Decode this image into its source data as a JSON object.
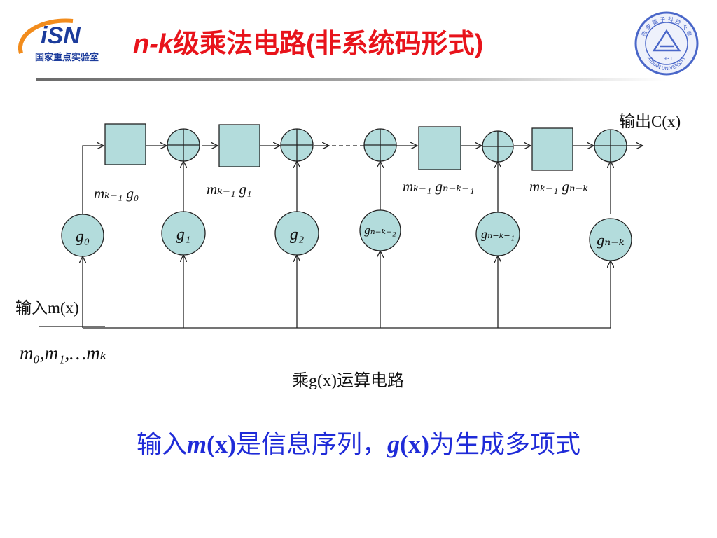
{
  "header": {
    "title_prefix": "n-k",
    "title_rest": "级乘法电路(非系统码形式)"
  },
  "logo_left": {
    "brand_text": "iSN",
    "subtitle": "国家重点实验室",
    "colors": {
      "blue": "#1c3c9c",
      "orange": "#f28c1c"
    }
  },
  "logo_right": {
    "upper_text": "西 安 電 子 科 技 大 學",
    "lower_text": "XIDIAN UNIVERSITY",
    "year": "1931",
    "color": "#4a67c9"
  },
  "diagram": {
    "output_label": "输出C(x)",
    "input_label": "输入m(x)",
    "input_sequence": "m₀,m₁,…mₖ",
    "caption": "乘g(x)运算电路",
    "register_labels": [
      "mₖ₋₁ g₀",
      "mₖ₋₁ g₁",
      "mₖ₋₁ gₙ₋ₖ₋₁",
      "mₖ₋₁ gₙ₋ₖ"
    ],
    "multipliers": [
      "g₀",
      "g₁",
      "g₂",
      "gₙ₋ₖ₋₂",
      "gₙ₋ₖ₋₁",
      "gₙ₋ₖ"
    ],
    "colors": {
      "fill": "#b3dcdc",
      "stroke": "#222222"
    }
  },
  "footer": {
    "part1": "输入",
    "m": "m",
    "x1": "(x)",
    "part2": "是信息序列，",
    "g": "g",
    "x2": "(x)",
    "part3": "为生成多项式"
  }
}
